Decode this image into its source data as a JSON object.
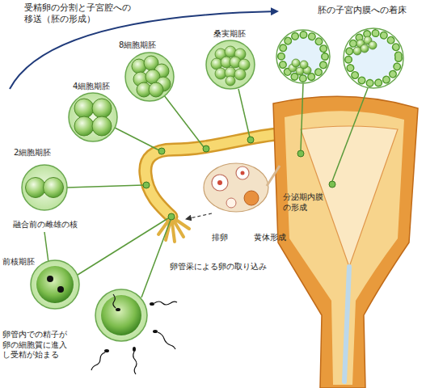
{
  "diagram": {
    "labels": [
      "受精卵の分割と子宮腔への 移送（胚の形成）",
      "胚の子宮内膜への着床",
      "8細胞期胚",
      "桑実期胚",
      "4細胞期胚",
      "2細胞期胚",
      "融合前の雌雄の核",
      "前核期胚",
      "分泌期内膜 の形成",
      "排卵",
      "黄体形成",
      "卵管采による卵の取り込み",
      "卵管内での精子が 卵の細胞質に進入 し受精が始まる"
    ]
  }
}
